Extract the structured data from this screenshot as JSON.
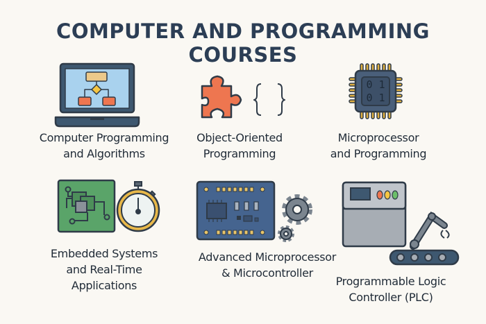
{
  "title": "COMPUTER AND PROGRAMMING COURSES",
  "courses": [
    {
      "icon": "laptop-flowchart-icon",
      "lines": [
        "Computer Programming",
        "and Algorithms"
      ]
    },
    {
      "icon": "puzzle-braces-icon",
      "lines": [
        "Object-Oriented",
        "Programming"
      ]
    },
    {
      "icon": "microchip-icon",
      "chip_text": [
        "0 1",
        "0 1"
      ],
      "lines": [
        "Microprocessor",
        "and Programming"
      ]
    },
    {
      "icon": "circuit-stopwatch-icon",
      "lines": [
        "Embedded Systems",
        "and Real-Time",
        "Applications"
      ]
    },
    {
      "icon": "circuit-board-gears-icon",
      "lines": [
        "Advanced Microprocessor",
        "& Microcontroller"
      ]
    },
    {
      "icon": "plc-robot-arm-icon",
      "lines": [
        "Programmable Logic",
        "Controller (PLC)"
      ]
    }
  ],
  "colors": {
    "outline": "#2f3b48",
    "title": "#2c3e55",
    "orange": "#ee7650",
    "gold": "#e8b84a",
    "green": "#5aa469",
    "board_blue": "#45648f",
    "gray": "#a7adb4"
  }
}
